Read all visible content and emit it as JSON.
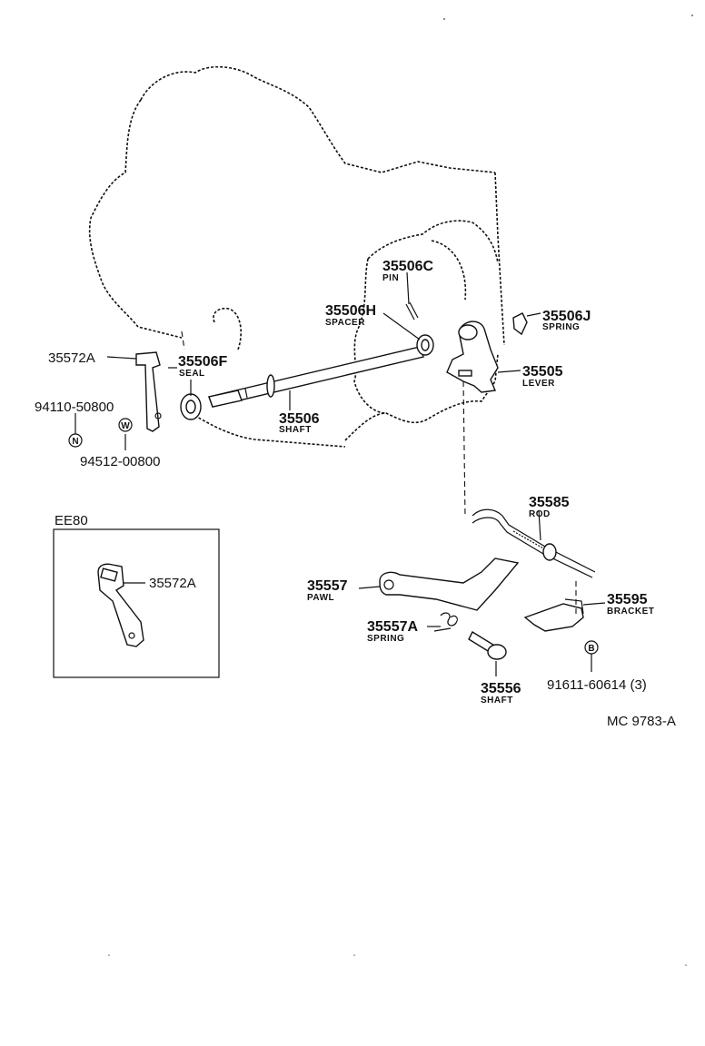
{
  "parts": [
    {
      "id": "p-35572A",
      "number": "35572A",
      "name": ""
    },
    {
      "id": "p-35506F",
      "number": "35506F",
      "name": "SEAL"
    },
    {
      "id": "p-94110",
      "number": "94110-50800",
      "name": ""
    },
    {
      "id": "p-94512",
      "number": "94512-00800",
      "name": ""
    },
    {
      "id": "p-35506",
      "number": "35506",
      "name": "SHAFT"
    },
    {
      "id": "p-35506C",
      "number": "35506C",
      "name": "PIN"
    },
    {
      "id": "p-35506H",
      "number": "35506H",
      "name": "SPACER"
    },
    {
      "id": "p-35506J",
      "number": "35506J",
      "name": "SPRING"
    },
    {
      "id": "p-35505",
      "number": "35505",
      "name": "LEVER"
    },
    {
      "id": "p-35585",
      "number": "35585",
      "name": "ROD"
    },
    {
      "id": "p-35557",
      "number": "35557",
      "name": "PAWL"
    },
    {
      "id": "p-35557A",
      "number": "35557A",
      "name": "SPRING"
    },
    {
      "id": "p-35595",
      "number": "35595",
      "name": "BRACKET"
    },
    {
      "id": "p-35556",
      "number": "35556",
      "name": "SHAFT"
    },
    {
      "id": "p-91611",
      "number": "91611-60614 (3)",
      "name": ""
    }
  ],
  "symbols": {
    "n": "N",
    "w": "W",
    "b": "B"
  },
  "inset": {
    "title": "EE80",
    "part_number": "35572A"
  },
  "figure_code": "MC 9783-A"
}
